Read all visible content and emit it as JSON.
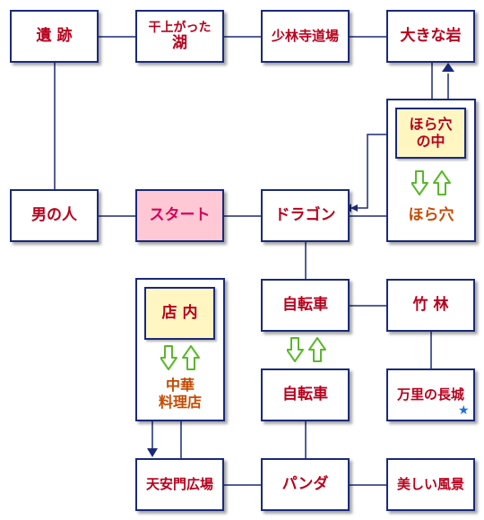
{
  "nodes": {
    "ruins": "遺 跡",
    "dried_lake_top": "干上がった",
    "dried_lake_bottom": "湖",
    "shaolin": "少林寺道場",
    "big_rock": "大きな岩",
    "man": "男の人",
    "start": "スタート",
    "dragon": "ドラゴン",
    "cave_inner_line1": "ほら穴",
    "cave_inner_line2": "の中",
    "cave": "ほら穴",
    "bicycle1": "自転車",
    "bamboo": "竹 林",
    "shop_inner": "店 内",
    "restaurant_line1": "中華",
    "restaurant_line2": "料理店",
    "bicycle2": "自転車",
    "great_wall": "万里の長城",
    "tiananmen": "天安門広場",
    "panda": "パンダ",
    "scenery": "美しい風景"
  },
  "icons": {
    "transfer": "down-up-arrows-icon",
    "star": "star-icon"
  },
  "colors": {
    "border": "#1a2a7a",
    "text_red": "#b8001c",
    "text_orange": "#c84a00",
    "start_fill": "#ffc8d4",
    "inner_fill": "#fff6c2",
    "arrow_green": "#5ab82a",
    "star": "#1c6ee0"
  }
}
